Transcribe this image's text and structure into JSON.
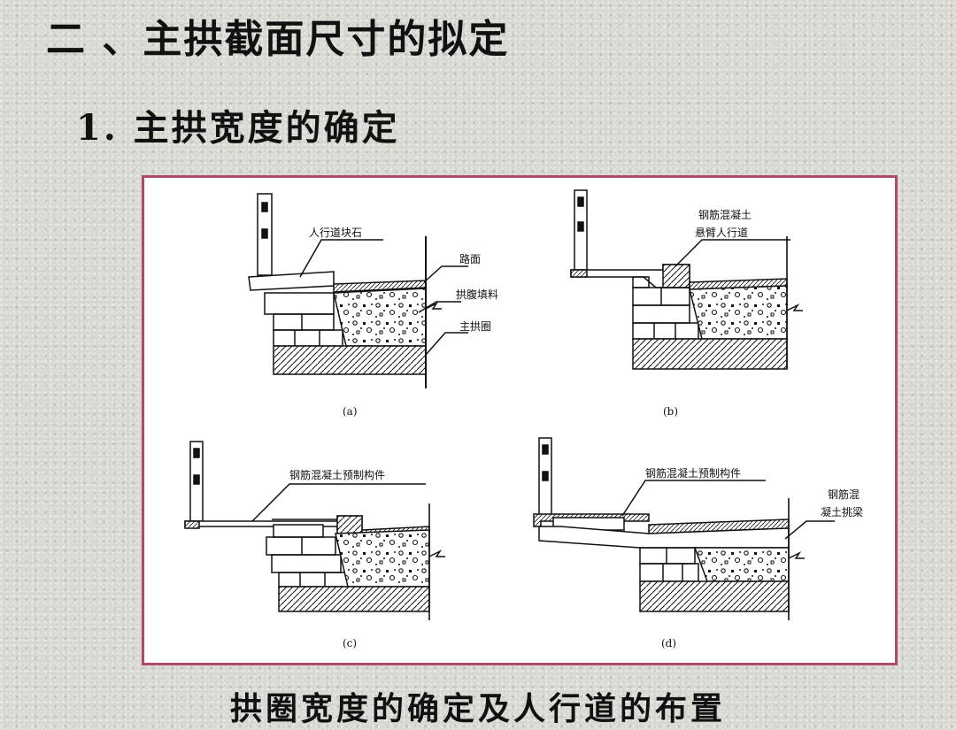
{
  "slide": {
    "title": "二 、主拱截面尺寸的拟定",
    "subtitle": "1. 主拱宽度的确定",
    "caption": "拱圈宽度的确定及人行道的布置"
  },
  "figure": {
    "panels": {
      "a": {
        "sublabel": "(a)",
        "labels": {
          "sidewalk_block": "人行道块石",
          "pavement": "路面",
          "fill": "拱腹填料",
          "main_arch": "主拱圈"
        }
      },
      "b": {
        "sublabel": "(b)",
        "labels": {
          "rc_line1": "钢筋混凝土",
          "rc_line2": "悬臂人行道"
        }
      },
      "c": {
        "sublabel": "(c)",
        "labels": {
          "precast": "钢筋混凝土预制构件"
        }
      },
      "d": {
        "sublabel": "(d)",
        "labels": {
          "precast": "钢筋混凝土预制构件",
          "beam_line1": "钢筋混",
          "beam_line2": "凝土挑梁"
        }
      }
    },
    "colors": {
      "border": "#b04a6c",
      "ink": "#111111"
    }
  }
}
